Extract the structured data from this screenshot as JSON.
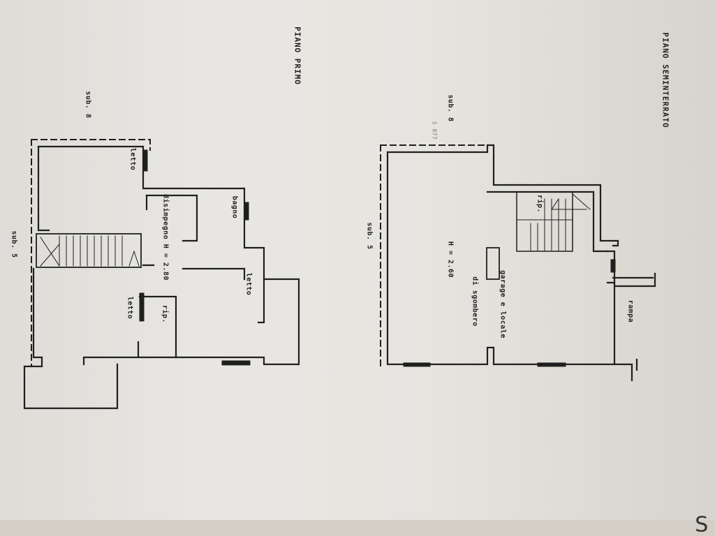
{
  "document": {
    "semiinterrato": {
      "title": "PIANO SEMINTERRATO",
      "sub_label": "sub. 8",
      "annotation": "S 877",
      "area_label": "sub. 5",
      "rooms": {
        "rip": "rip.",
        "height": "H = 2.60",
        "garage_line1": "garage e locale",
        "garage_line2": "di sgombero",
        "rampa": "rampa"
      }
    },
    "primo": {
      "title": "PIANO PRIMO",
      "sub_label": "sub. 8",
      "area_label": "sub. 5",
      "rooms": {
        "letto_top": "letto",
        "bagno": "bagno",
        "disimpegno": "disimpegno H = 2.80",
        "letto_mid": "letto",
        "letto_bottom": "letto",
        "rip": "rip."
      }
    },
    "handwriting": "S"
  },
  "colors": {
    "paper": "#e6e4df",
    "ink": "#1f1f1f"
  }
}
